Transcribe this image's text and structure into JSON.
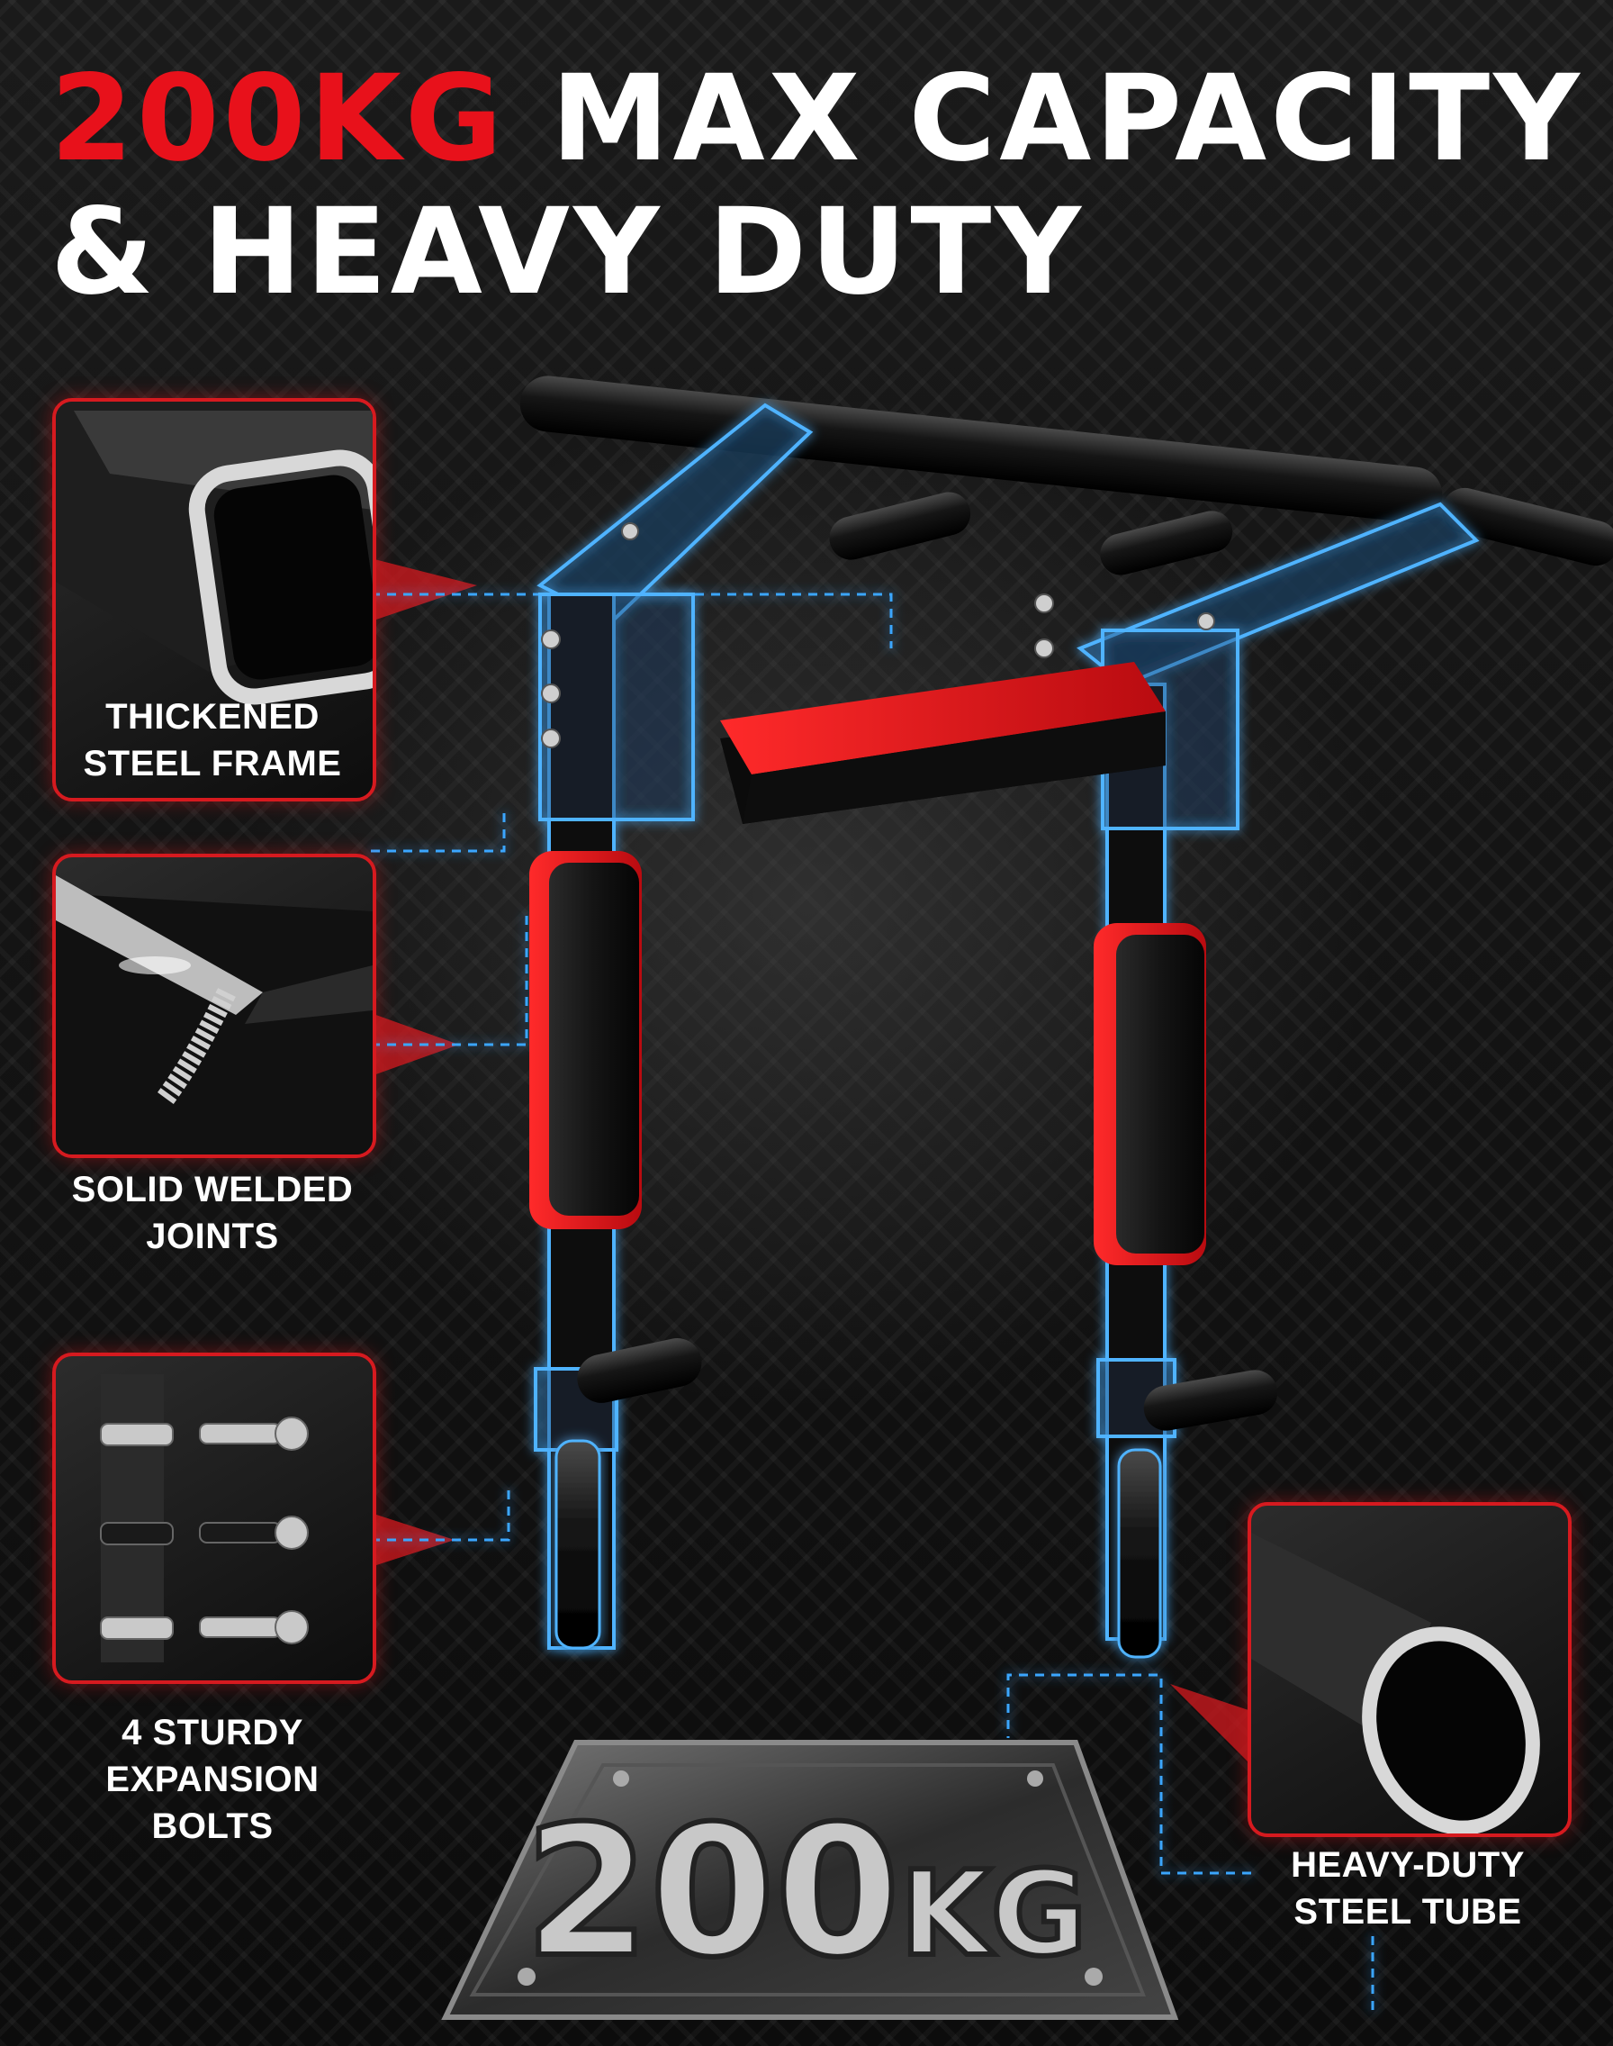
{
  "headline": {
    "highlight": "200KG",
    "line1_rest": "MAX CAPACITY",
    "line2": "& HEAVY DUTY"
  },
  "features": [
    {
      "icon": "steel-frame-cross-section-icon",
      "line1": "THICKENED",
      "line2": "STEEL FRAME"
    },
    {
      "icon": "welded-joint-icon",
      "line1": "SOLID WELDED",
      "line2": "JOINTS"
    },
    {
      "icon": "expansion-bolts-icon",
      "line1": "4 STURDY",
      "line2": "EXPANSION BOLTS"
    },
    {
      "icon": "round-steel-tube-icon",
      "line1": "HEAVY-DUTY",
      "line2": "STEEL TUBE"
    }
  ],
  "weight_plate": {
    "number": "200",
    "unit": "KG"
  },
  "colors": {
    "accent": "#e8111b",
    "glow": "#3aa6ff",
    "text": "#ffffff",
    "background": "#151515"
  }
}
